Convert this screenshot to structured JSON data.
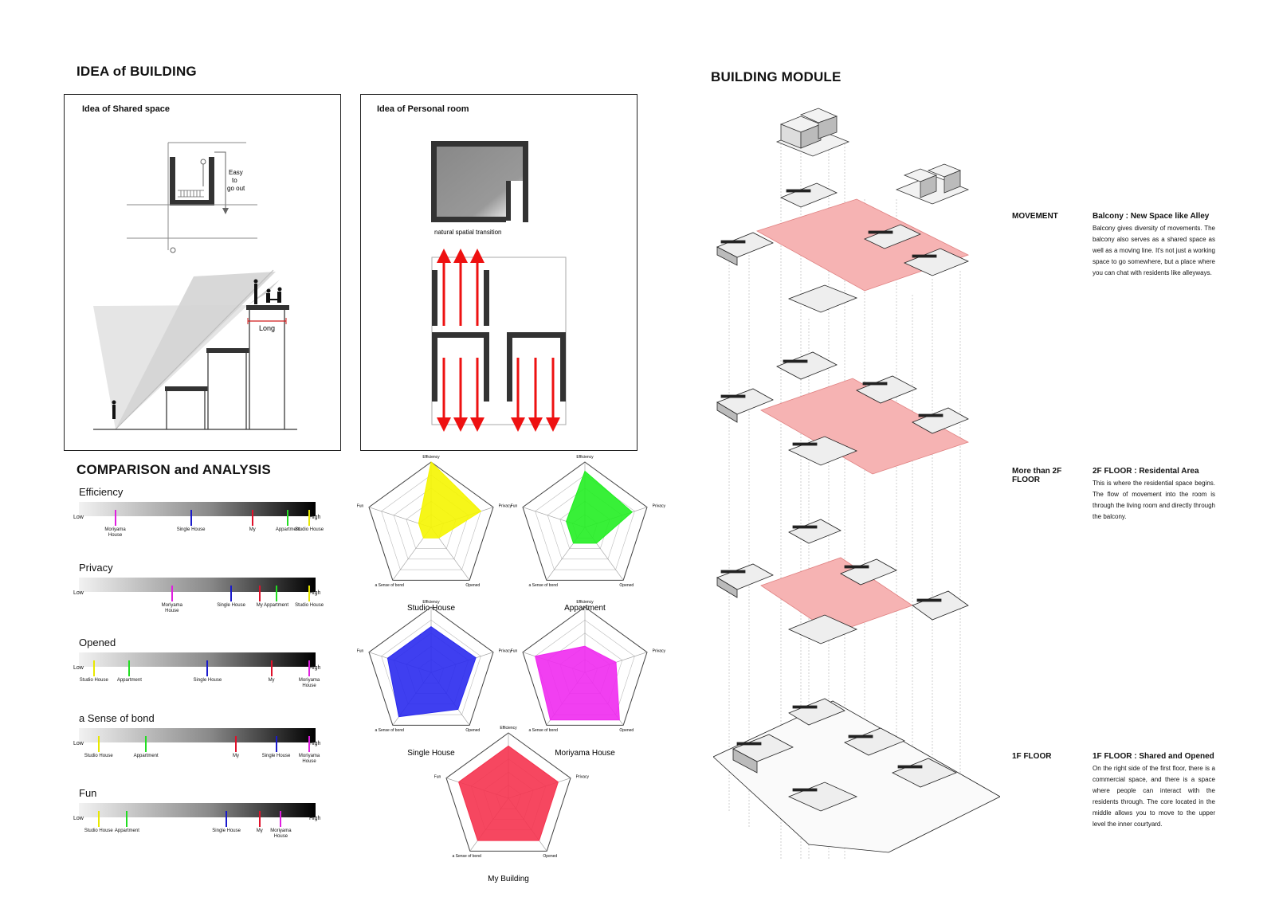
{
  "idea": {
    "title": "IDEA of BUILDING",
    "shared": {
      "title": "Idea of Shared space",
      "easy": [
        "Easy",
        "to",
        "go out"
      ],
      "long": "Long"
    },
    "personal": {
      "title": "Idea of Personal room",
      "caption": "natural spatial transition"
    }
  },
  "module": {
    "title": "BUILDING MODULE"
  },
  "comparison": {
    "title": "COMPARISON and ANALYSIS",
    "low": "Low",
    "high": "High",
    "scales": [
      {
        "name": "Efficiency",
        "markers": [
          {
            "label": "Moriyama House",
            "value": 0.15,
            "color": "#e01ee0"
          },
          {
            "label": "Single House",
            "value": 0.47,
            "color": "#1a1acc"
          },
          {
            "label": "My",
            "value": 0.73,
            "color": "#e0102a"
          },
          {
            "label": "Appartment",
            "value": 0.88,
            "color": "#22dd22"
          },
          {
            "label": "Studio House",
            "value": 0.97,
            "color": "#e8e800"
          }
        ]
      },
      {
        "name": "Privacy",
        "markers": [
          {
            "label": "Moriyama House",
            "value": 0.39,
            "color": "#e01ee0"
          },
          {
            "label": "Single House",
            "value": 0.64,
            "color": "#1a1acc"
          },
          {
            "label": "My",
            "value": 0.76,
            "color": "#e0102a"
          },
          {
            "label": "Appartment",
            "value": 0.83,
            "color": "#22dd22"
          },
          {
            "label": "Studio House",
            "value": 0.97,
            "color": "#e8e800"
          }
        ]
      },
      {
        "name": "Opened",
        "markers": [
          {
            "label": "Studio House",
            "value": 0.06,
            "color": "#e8e800"
          },
          {
            "label": "Appartment",
            "value": 0.21,
            "color": "#22dd22"
          },
          {
            "label": "Single House",
            "value": 0.54,
            "color": "#1a1acc"
          },
          {
            "label": "My",
            "value": 0.81,
            "color": "#e0102a"
          },
          {
            "label": "Moriyama House",
            "value": 0.97,
            "color": "#e01ee0"
          }
        ]
      },
      {
        "name": "a Sense of bond",
        "markers": [
          {
            "label": "Studio House",
            "value": 0.08,
            "color": "#e8e800"
          },
          {
            "label": "Appartment",
            "value": 0.28,
            "color": "#22dd22"
          },
          {
            "label": "My",
            "value": 0.66,
            "color": "#e0102a"
          },
          {
            "label": "Single House",
            "value": 0.83,
            "color": "#1a1acc"
          },
          {
            "label": "Moriyama House",
            "value": 0.97,
            "color": "#e01ee0"
          }
        ]
      },
      {
        "name": "Fun",
        "markers": [
          {
            "label": "Studio House",
            "value": 0.08,
            "color": "#e8e800"
          },
          {
            "label": "Appartment",
            "value": 0.2,
            "color": "#22dd22"
          },
          {
            "label": "Single House",
            "value": 0.62,
            "color": "#1a1acc"
          },
          {
            "label": "My",
            "value": 0.76,
            "color": "#e0102a"
          },
          {
            "label": "Moriyama House",
            "value": 0.85,
            "color": "#e01ee0"
          }
        ]
      }
    ]
  },
  "chart_data": {
    "type": "radar",
    "axes": [
      "Efficiency",
      "Privacy",
      "Opened",
      "a Sense of bond",
      "Fun"
    ],
    "max": 5,
    "charts": [
      {
        "name": "Studio House",
        "color": "#f5f500",
        "values": [
          5,
          4,
          1,
          1,
          1
        ]
      },
      {
        "name": "Appartment",
        "color": "#22ee22",
        "values": [
          4.3,
          3.8,
          1.5,
          1.5,
          1.5
        ]
      },
      {
        "name": "Single House",
        "color": "#2a2aee",
        "values": [
          3.5,
          3.6,
          3.5,
          4.2,
          3.5
        ]
      },
      {
        "name": "Moriyama House",
        "color": "#f02af0",
        "values": [
          2,
          2.5,
          4.5,
          4.5,
          4
        ]
      },
      {
        "name": "My Building",
        "color": "#f5334f",
        "values": [
          4,
          4,
          4,
          4,
          4
        ]
      }
    ]
  },
  "side": {
    "movement": {
      "head": "MOVEMENT",
      "title": "Balcony : New Space like Alley",
      "text": "Balcony gives diversity of movements. The balcony also serves as a shared space as well as a moving line. It's not just a working space to go somewhere, but a place where you can chat with residents like alleyways."
    },
    "floor2": {
      "head": "More than 2F FLOOR",
      "title": "2F FLOOR : Residental Area",
      "text": "This is where the residential space begins. The flow of movement into the room is through the living room and directly through the balcony."
    },
    "floor1": {
      "head": "1F FLOOR",
      "title": "1F FLOOR : Shared and Opened",
      "text": "On the right side of the first floor, there is a commercial space, and there is a space where people can interact with the residents through. The core located in the middle allows you to move to the upper level the inner courtyard."
    }
  }
}
